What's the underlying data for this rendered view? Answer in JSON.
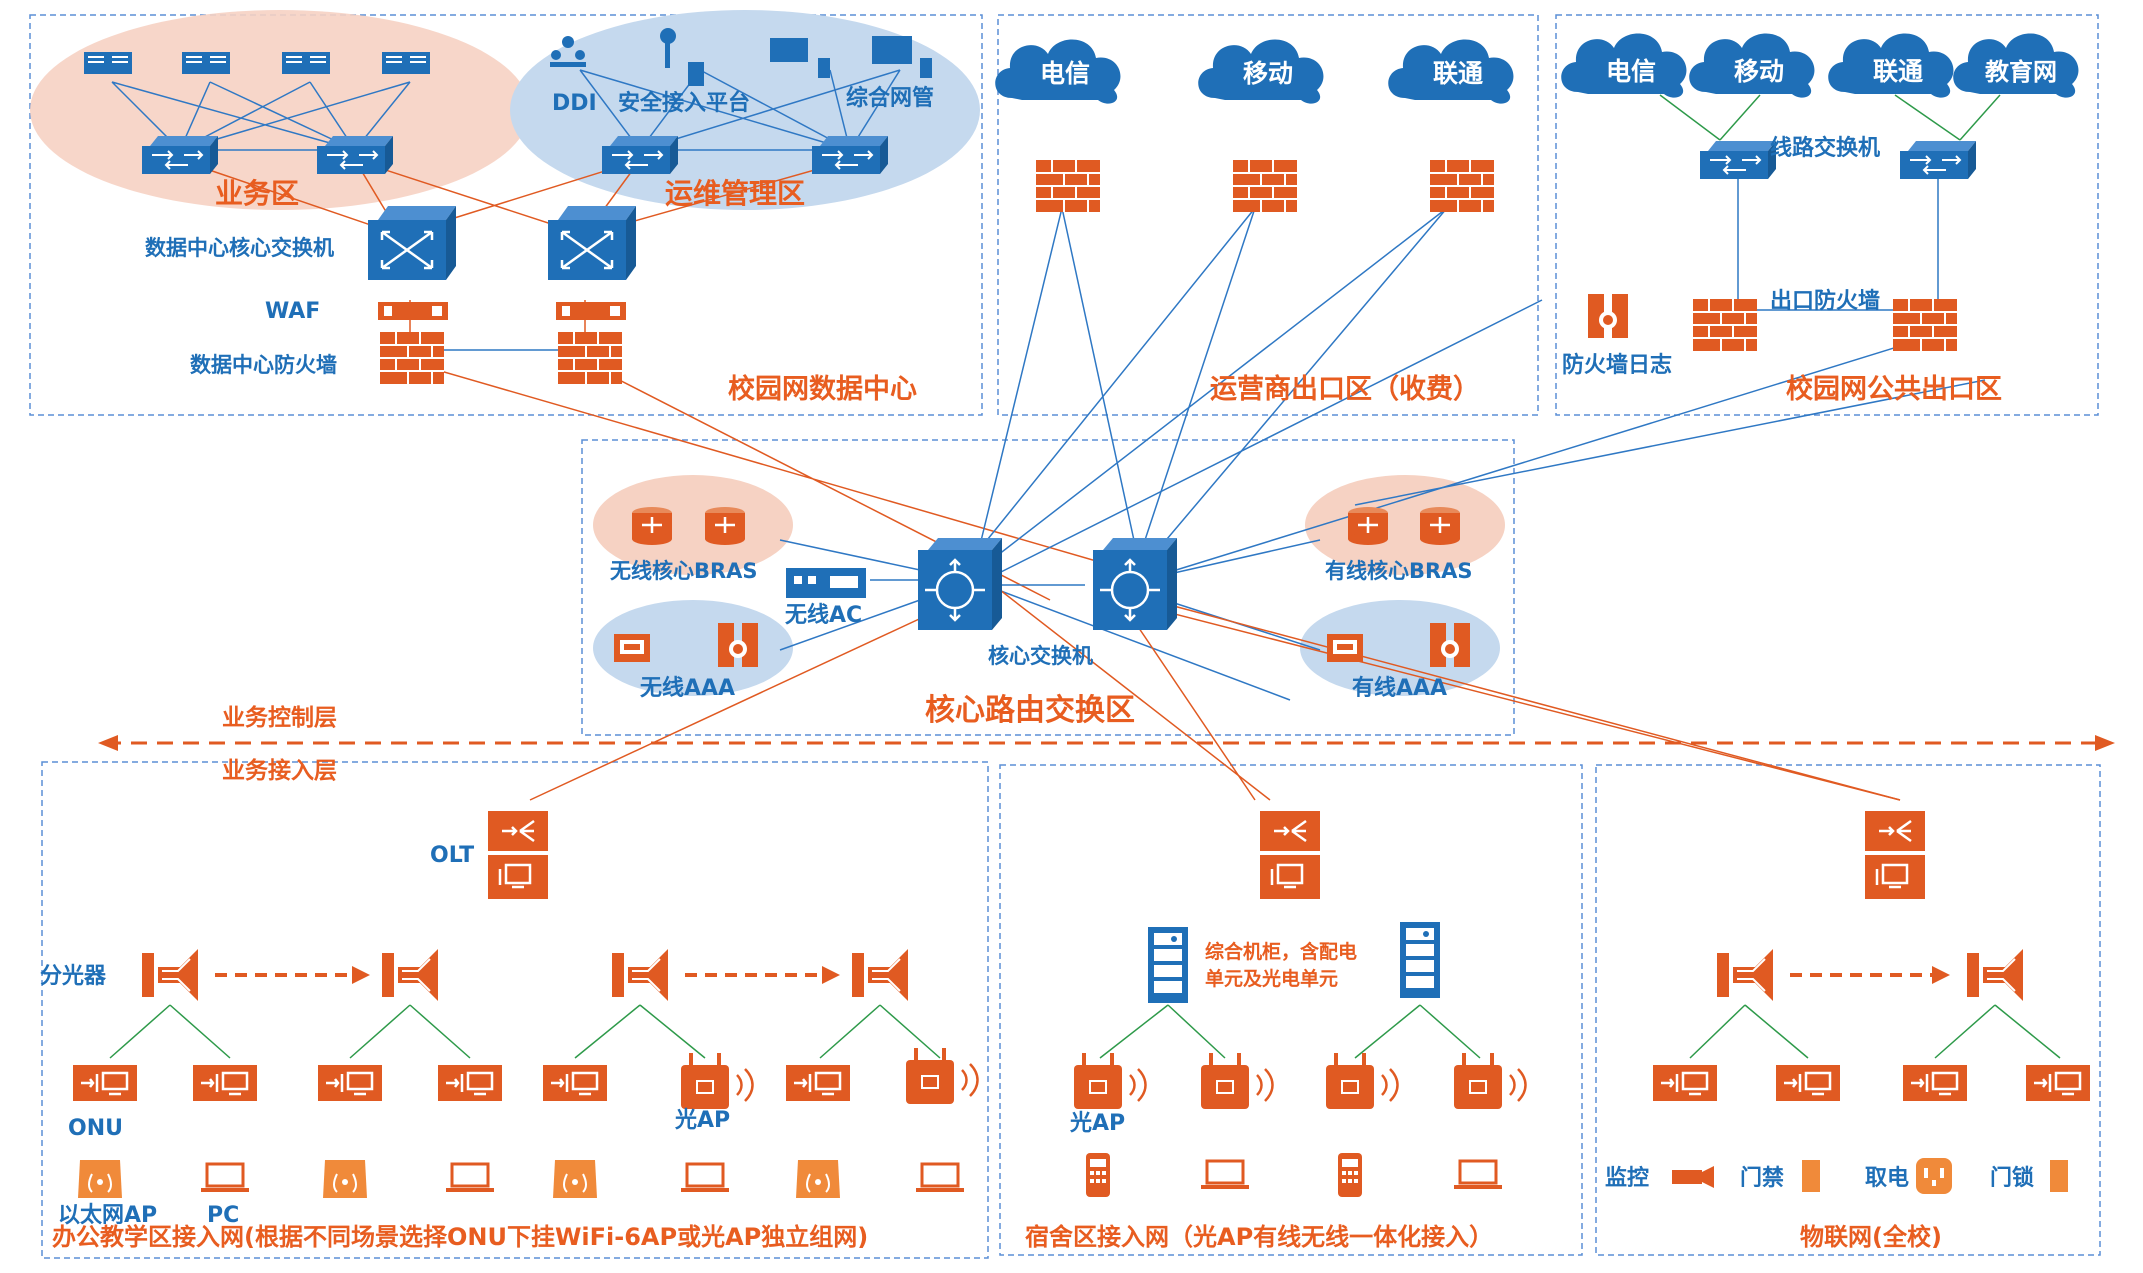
{
  "zones": {
    "datacenter": "校园网数据中心",
    "isp_exit": "运营商出口区（收费）",
    "public_exit": "校园网公共出口区",
    "core": "核心路由交换区",
    "office": "办公教学区接入网(根据不同场景选择ONU下挂WiFi-6AP或光AP独立组网)",
    "dorm": "宿舍区接入网（光AP有线无线一体化接入）",
    "iot": "物联网(全校)"
  },
  "layers": {
    "control": "业务控制层",
    "access": "业务接入层"
  },
  "datacenter": {
    "business_area": "业务区",
    "ops_area": "运维管理区",
    "ddi": "DDI",
    "secure_access": "安全接入平台",
    "nms": "综合网管",
    "core_switch": "数据中心核心交换机",
    "waf": "WAF",
    "firewall": "数据中心防火墙"
  },
  "isp": {
    "telecom": "电信",
    "mobile": "移动",
    "unicom": "联通"
  },
  "public_exit": {
    "telecom": "电信",
    "mobile": "移动",
    "unicom": "联通",
    "edu": "教育网",
    "line_switch": "线路交换机",
    "exit_firewall": "出口防火墙",
    "fw_log": "防火墙日志"
  },
  "core": {
    "wireless_bras": "无线核心BRAS",
    "wired_bras": "有线核心BRAS",
    "wireless_ac": "无线AC",
    "wireless_aaa": "无线AAA",
    "wired_aaa": "有线AAA",
    "core_switch": "核心交换机"
  },
  "office": {
    "olt": "OLT",
    "splitter": "分光器",
    "onu": "ONU",
    "optical_ap": "光AP",
    "eth_ap": "以太网AP",
    "pc": "PC"
  },
  "dorm": {
    "cabinet": "综合机柜，含配电",
    "cabinet2": "单元及光电单元",
    "optical_ap": "光AP"
  },
  "iot": {
    "camera": "监控",
    "door": "门禁",
    "power": "取电",
    "lock": "门锁"
  },
  "colors": {
    "blue": "#1f6fb7",
    "orange": "#e85d20",
    "line_blue": "#2f78c4",
    "line_orange": "#e05a22",
    "line_green": "#2e9a4a",
    "dash": "#5b8fd6"
  }
}
